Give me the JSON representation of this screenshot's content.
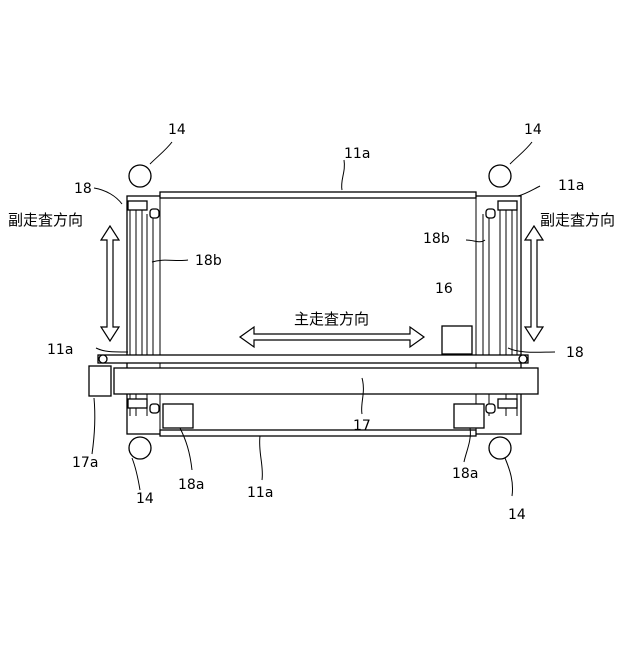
{
  "labels": {
    "sub_scan_left": "副走査方向",
    "sub_scan_right": "副走査方向",
    "main_scan": "主走査方向"
  },
  "refs": {
    "r14_tl": "14",
    "r14_tr": "14",
    "r14_bl": "14",
    "r14_br": "14",
    "r11a_top": "11a",
    "r11a_right": "11a",
    "r11a_left": "11a",
    "r11a_bottom": "11a",
    "r18_tl": "18",
    "r18_r": "18",
    "r18b_left": "18b",
    "r18b_right": "18b",
    "r16": "16",
    "r17": "17",
    "r17a": "17a",
    "r18a_left": "18a",
    "r18a_right": "18a"
  }
}
